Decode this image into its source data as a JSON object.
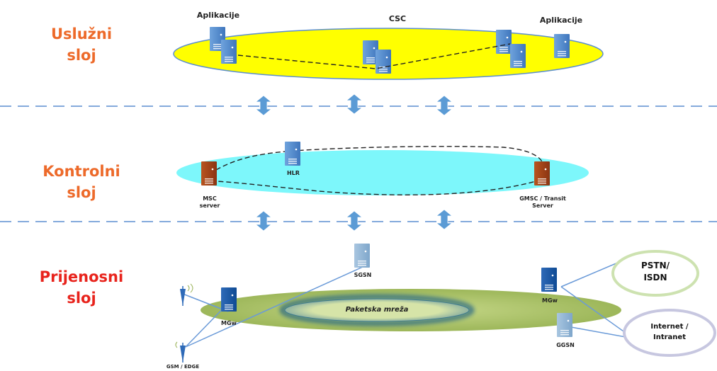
{
  "layers": {
    "service": {
      "line1": "Uslužni",
      "line2": "sloj"
    },
    "control": {
      "line1": "Kontrolni",
      "line2": "sloj"
    },
    "transport": {
      "line1": "Prijenosni",
      "line2": "sloj"
    }
  },
  "service_layer": {
    "apps_left": "Aplikacije",
    "csc": "CSC",
    "apps_right": "Aplikacije"
  },
  "control_layer": {
    "hlr": "HLR",
    "msc": {
      "line1": "MSC",
      "line2": "server"
    },
    "gmsc": {
      "line1": "GMSC / Transit",
      "line2": "Server"
    }
  },
  "transport_layer": {
    "sgsn": "SGSN",
    "packet_network": "Paketska mreža",
    "mgw_left": "MGw",
    "mgw_right": "MGw",
    "ggsn": "GGSN",
    "gsm": "GSM / EDGE",
    "pstn": {
      "line1": "PSTN/",
      "line2": "ISDN"
    },
    "internet": {
      "line1": "Internet /",
      "line2": "Intranet"
    }
  },
  "colors": {
    "orange": "#ED6A2A",
    "red": "#E8231C",
    "yellow": "#FFFF00",
    "cyan": "#7DF7FB",
    "olive": "#B5C96E",
    "server_blue": "#5A8FCF",
    "server_brown": "#A5441A",
    "arrow": "#5B9BD5",
    "link": "#6A9AD8"
  }
}
